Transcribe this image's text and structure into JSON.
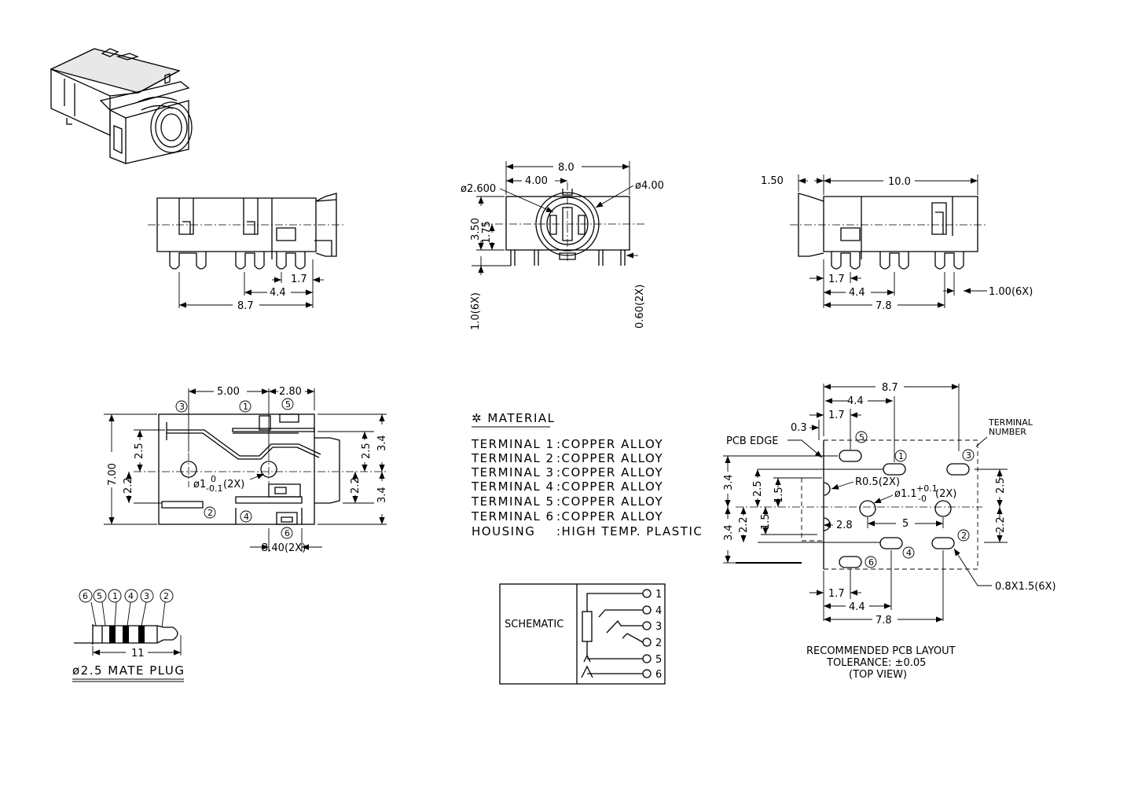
{
  "side_view_left": {
    "dims": [
      "1.7",
      "4.4",
      "8.7"
    ]
  },
  "front_view": {
    "width": "8.0",
    "center_offset": "4.00",
    "inner_diameter": "ø2.600",
    "outer_diameter": "ø4.00",
    "height": "3.50",
    "center_height": "1.75",
    "pin_length": "1.0(6X)",
    "pin_width": "0.60(2X)"
  },
  "side_view_right": {
    "dims": [
      "1.50",
      "10.0",
      "1.7",
      "4.4",
      "7.8",
      "1.00(6X)"
    ]
  },
  "top_view": {
    "dims": [
      "5.00",
      "2.80",
      "7.00",
      "2.5",
      "2.2",
      "2.5",
      "3.4",
      "2.2",
      "3.4",
      "3.40(2X)"
    ],
    "hole_main": "ø1",
    "hole_tol_upper": "0",
    "hole_tol_lower": "-0.1",
    "hole_count": "(2X)",
    "terminals": [
      "1",
      "2",
      "3",
      "4",
      "5",
      "6"
    ]
  },
  "material": {
    "title": "✲ MATERIAL",
    "rows": [
      {
        "part": "TERMINAL 1",
        "material": ":COPPER ALLOY"
      },
      {
        "part": "TERMINAL 2",
        "material": ":COPPER ALLOY"
      },
      {
        "part": "TERMINAL 3",
        "material": ":COPPER ALLOY"
      },
      {
        "part": "TERMINAL 4",
        "material": ":COPPER ALLOY"
      },
      {
        "part": "TERMINAL 5",
        "material": ":COPPER ALLOY"
      },
      {
        "part": "TERMINAL 6",
        "material": ":COPPER ALLOY"
      },
      {
        "part": "HOUSING",
        "material": ":HIGH TEMP. PLASTIC"
      }
    ]
  },
  "pcb_layout": {
    "dims": [
      "8.7",
      "4.4",
      "1.7",
      "0.3",
      "3.4",
      "2.5",
      "1.5",
      "2.2",
      "1.5",
      "3.4",
      "2.8",
      "5",
      "2.5",
      "2.2",
      "1.7",
      "4.4",
      "7.8"
    ],
    "pcb_edge_label": "PCB EDGE",
    "terminal_number_label": [
      "TERMINAL",
      "NUMBER"
    ],
    "radius": "R0.5(2X)",
    "hole_main": "ø1.1",
    "hole_tol_upper": "+0.1",
    "hole_tol_lower": "-0",
    "hole_count": "(2X)",
    "slot": "0.8X1.5(6X)",
    "terminals": [
      "1",
      "2",
      "3",
      "4",
      "5",
      "6"
    ],
    "caption": [
      "RECOMMENDED PCB LAYOUT",
      "TOLERANCE: ±0.05",
      "(TOP VIEW)"
    ]
  },
  "mate_plug": {
    "numbers": [
      "6",
      "5",
      "1",
      "4",
      "3",
      "2"
    ],
    "length": "11",
    "caption": "ø2.5 MATE PLUG"
  },
  "schematic": {
    "label": "SCHEMATIC",
    "pins": [
      "1",
      "4",
      "3",
      "2",
      "5",
      "6"
    ]
  }
}
